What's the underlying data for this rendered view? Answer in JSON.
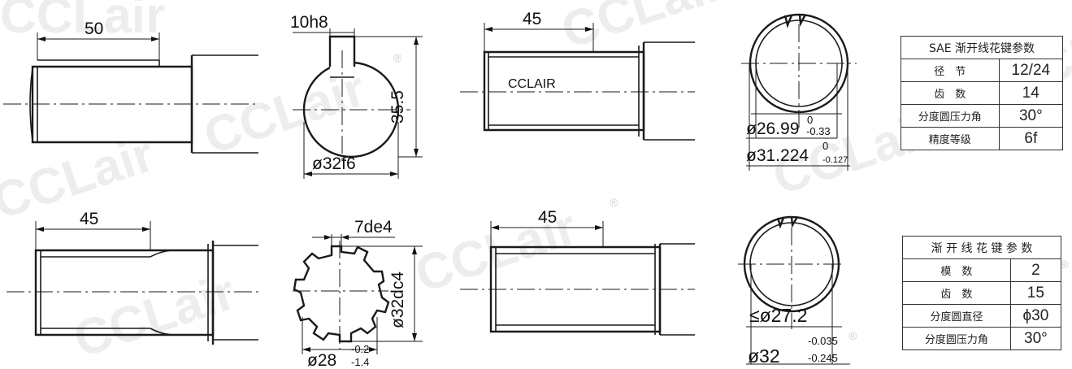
{
  "watermark": {
    "text": "CCLair",
    "mark": "®"
  },
  "views": {
    "shaft_keyed": {
      "length": "50"
    },
    "section_keyed": {
      "key_width": "10h8",
      "height": "35.5",
      "diameter": "ø32f6"
    },
    "shaft_spline_sae": {
      "length": "45",
      "brand": "CCLAIR"
    },
    "section_spline_sae": {
      "minor_dia": "ø26.99",
      "minor_tol_upper": "0",
      "minor_tol_lower": "-0.33",
      "major_dia": "ø31.224",
      "major_tol_upper": "0",
      "major_tol_lower": "-0.127"
    },
    "shaft_spline_metric": {
      "length": "45"
    },
    "section_keyed_7de4": {
      "key_width": "7de4",
      "outer_dia": "ø32dc4",
      "inner_dia": "ø28",
      "tol_upper": "-0.2",
      "tol_lower": "-1.4"
    },
    "shaft_spline_metric_2": {
      "length": "45"
    },
    "section_spline_metric": {
      "minor_dia": "≤ø27.2",
      "major_dia": "ø32",
      "tol_upper": "-0.035",
      "tol_lower": "-0.245"
    }
  },
  "table_sae": {
    "title": "SAE 渐开线花键参数",
    "rows": [
      {
        "label": "径　节",
        "value": "12/24"
      },
      {
        "label": "齿　数",
        "value": "14"
      },
      {
        "label": "分度圆压力角",
        "value": "30°"
      },
      {
        "label": "精度等级",
        "value": "6f"
      }
    ]
  },
  "table_metric": {
    "title": "渐 开 线 花 键 参 数",
    "rows": [
      {
        "label": "模　数",
        "value": "2"
      },
      {
        "label": "齿　数",
        "value": "15"
      },
      {
        "label": "分度圆直径",
        "value": "ϕ30"
      },
      {
        "label": "分度圆压力角",
        "value": "30°"
      }
    ]
  }
}
